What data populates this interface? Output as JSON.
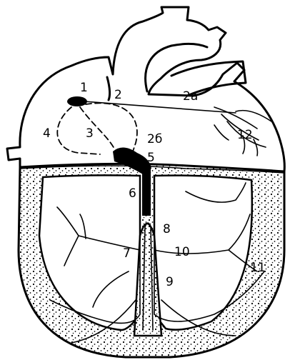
{
  "labels": {
    "l1": "1",
    "l2": "2",
    "l2a": "2a",
    "l2b": "2б",
    "l3": "3",
    "l4": "4",
    "l5": "5",
    "l6": "6",
    "l7": "7",
    "l8": "8",
    "l9": "9",
    "l10": "10",
    "l11": "11",
    "l12": "12"
  }
}
